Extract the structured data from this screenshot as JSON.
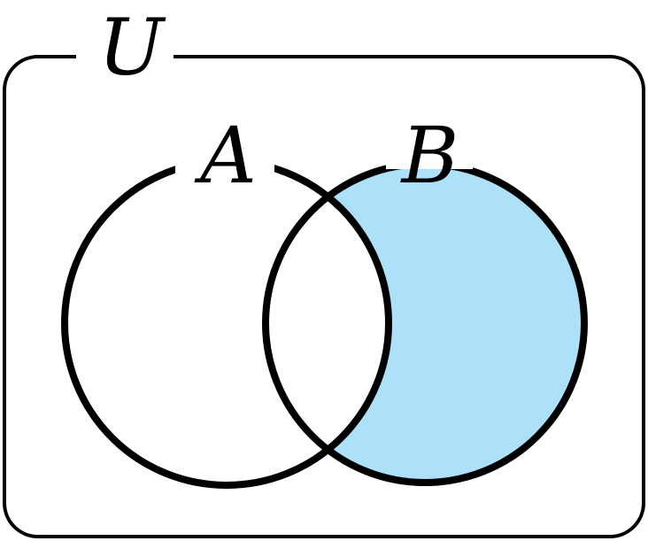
{
  "diagram": {
    "type": "venn",
    "universe_label": "U",
    "sets": [
      {
        "label": "A",
        "shaded": false
      },
      {
        "label": "B",
        "shaded": true
      }
    ],
    "shaded_region": "B minus A",
    "colors": {
      "shade": "#ade0f9",
      "stroke": "#000000",
      "background": "#ffffff"
    }
  }
}
